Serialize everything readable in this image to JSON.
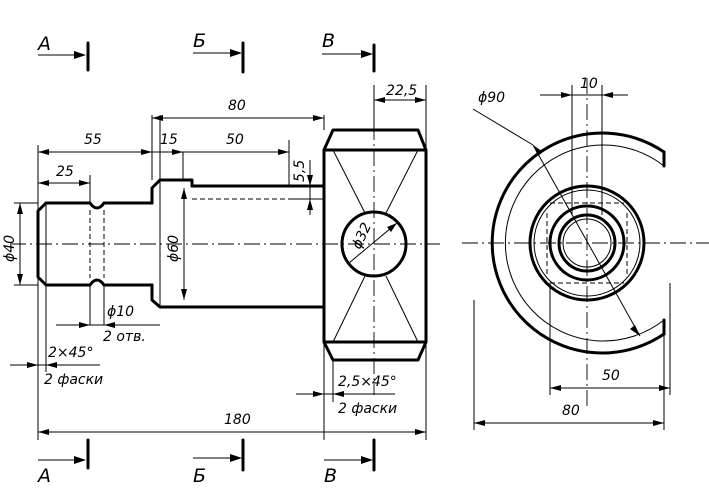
{
  "section_marks": {
    "a": "А",
    "b": "Б",
    "v": "В"
  },
  "dims": {
    "d55": "55",
    "d25": "25",
    "d15": "15",
    "d50_top": "50",
    "d80_top": "80",
    "d22_5": "22,5",
    "d5_5": "5,5",
    "dia40": "ϕ40",
    "dia60": "ϕ60",
    "dia32": "ϕ32",
    "dia10": "ϕ10",
    "holes_2": "2 отв.",
    "chamfer_2x45": "2×45°",
    "chamfers_2_left": "2 фаски",
    "chamfer_2_5x45": "2,5×45°",
    "chamfers_2_right": "2 фаски",
    "d180": "180",
    "dia90": "ϕ90",
    "d10": "10",
    "d50_side": "50",
    "d80_side": "80"
  }
}
